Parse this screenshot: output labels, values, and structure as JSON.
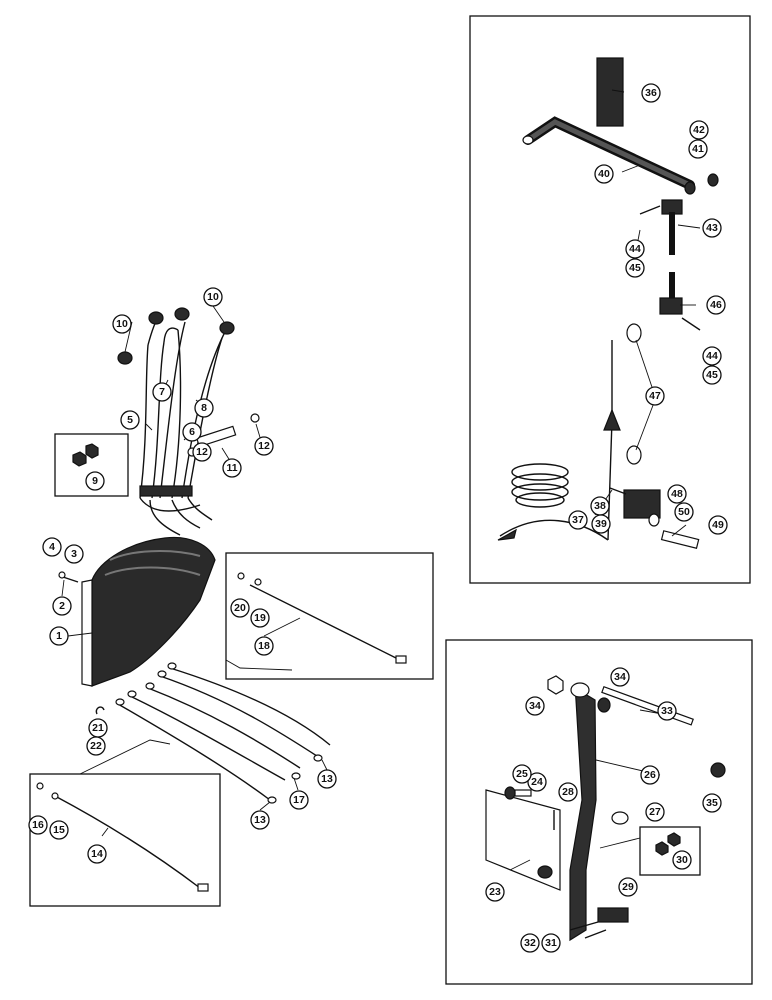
{
  "header_text": "",
  "callouts": {
    "n1": "1",
    "n2": "2",
    "n3": "3",
    "n4": "4",
    "n5": "5",
    "n6": "6",
    "n7": "7",
    "n8": "8",
    "n9": "9",
    "n10a": "10",
    "n10b": "10",
    "n11": "11",
    "n12a": "12",
    "n12b": "12",
    "n13a": "13",
    "n13b": "13",
    "n14": "14",
    "n15": "15",
    "n16": "16",
    "n17": "17",
    "n18": "18",
    "n19": "19",
    "n20": "20",
    "n21": "21",
    "n22": "22",
    "n23": "23",
    "n24": "24",
    "n25": "25",
    "n26": "26",
    "n27": "27",
    "n28": "28",
    "n29": "29",
    "n30": "30",
    "n31": "31",
    "n32": "32",
    "n33": "33",
    "n34a": "34",
    "n34b": "34",
    "n35": "35",
    "n36": "36",
    "n37": "37",
    "n38": "38",
    "n39": "39",
    "n40": "40",
    "n41": "41",
    "n42": "42",
    "n43": "43",
    "n44a": "44",
    "n44b": "44",
    "n45a": "45",
    "n45b": "45",
    "n46": "46",
    "n47": "47",
    "n48": "48",
    "n49": "49",
    "n50": "50"
  }
}
